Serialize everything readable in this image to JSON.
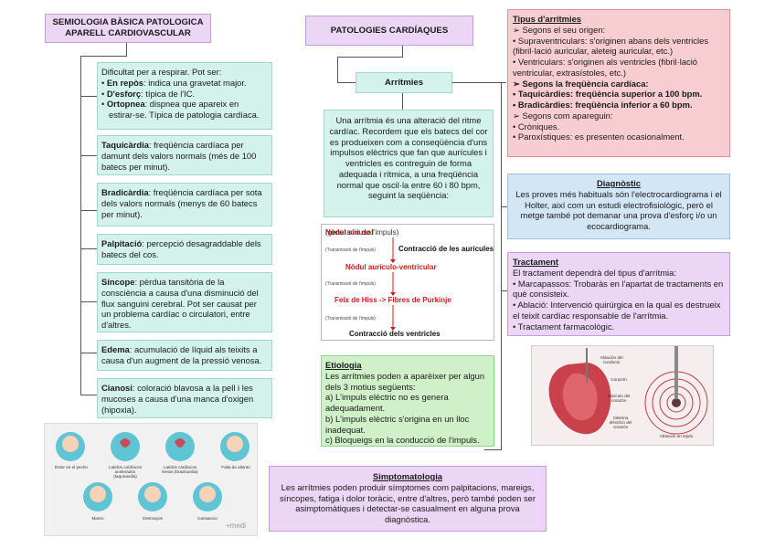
{
  "left_title": "SEMIOLOGIA BÀSICA PATOLOGICA\nAPARELL CARDIOVASCULAR",
  "main_title": "PATOLOGIES CARDÍAQUES",
  "arrhythmias_label": "Arrítmies",
  "symptoms": [
    {
      "intro": "Dificultat per a respirar. Pot ser:",
      "items": [
        {
          "term": "En repòs",
          "desc": ": indica una gravetat major."
        },
        {
          "term": "D'esforç",
          "desc": ": típica de l'IC."
        },
        {
          "term": "Ortopnea",
          "desc": ": dispnea que apareix en estirar-se. Típica de patologia cardíaca."
        }
      ]
    },
    {
      "term": "Taquicàrdia",
      "desc": ": freqüència cardíaca per damunt dels valors normals (més de 100 batecs per minut)."
    },
    {
      "term": "Bradicàrdia",
      "desc": ": freqüència cardíaca per sota dels valors normals (menys de 60 batecs per minut)."
    },
    {
      "term": "Palpitació",
      "desc": ": percepció desagraddable dels batecs del cos."
    },
    {
      "term": "Síncope",
      "desc": ": pèrdua tansitòria de la consciència a causa d'una disminució del flux sanguini cerebral. Pot ser causat per un problema cardíac o circulatori, entre d'altres."
    },
    {
      "term": "Edema",
      "desc": ": acumulació de líquid als teixits a causa d'un augment de la pressió venosa."
    },
    {
      "term": "Cianosi",
      "desc": ": coloració blavosa a la pell i les mucoses a causa d'una manca d'oxigen (hipoxia)."
    }
  ],
  "definition": "Una arrítmia és una alteració del ritme cardíac. Recordem que els batecs del cor es produeixen com a conseqüència d'uns impulsos elèctrics que fan que aurícules i ventricles es contreguin de forma adequada i rítmica, a una freqüència normal que oscil·la entre 60 i 80 bpm, seguint la seqüència:",
  "sequence": {
    "sinus": "Nòdul sinusal",
    "sinus_note": "(generació de l'impuls)",
    "transmission": "(Transmissió de l'impuls)",
    "atria": "Contracció de les aurícules",
    "av_node": "Nòdul aurículo-ventricular",
    "his": "Feix de Hiss -> Fibres de Purkinje",
    "ventricles": "Contracció dels ventricles"
  },
  "etiology": {
    "title": "Etiologia",
    "text": "Les arrítmies poden a aparèixer per algun dels 3 motius següents:",
    "items": [
      "a) L'impuls elèctric no es genera adequadament.",
      "b) L'impuls elèctric s'origina en un lloc inadequat.",
      "c) Bloqueigs en la conducció de l'impuls."
    ]
  },
  "symptomatology": {
    "title": "Simptomatologia",
    "text": "Les arrítmies poden produir símptomes com palpitacions, mareigs, síncopes, fatiga i dolor toràcic, entre d'altres, però també poden ser asimptomàtiques i detectar-se casualment en alguna prova diagnòstica."
  },
  "types": {
    "title": "Tipus d'arrítmies",
    "origin_head": "Segons el seu origen:",
    "supra": "Supraventriculars: s'originen abans dels ventricles (fibril·lació auricular, aleteig auricular, etc.)",
    "vent": "Ventriculars: s'originen als ventricles (fibril·lació ventricular, extrasístoles, etc.)",
    "freq_head": "Segons la freqüència cardíaca:",
    "tachy": "Taquicàrdies: freqüència superior a 100 bpm.",
    "brady": "Bradicàrdies: freqüència inferior a 60 bpm.",
    "appear_head": "Segons com apareguin:",
    "chronic": "Cròniques.",
    "parox": "Paroxístiques: es presenten ocasionalment."
  },
  "diagnosis": {
    "title": "Diagnòstic",
    "text": "Les proves més habituals són l'electrocardiograma i el Holter, així com un estudi electrofisiològic, però el metge també pot demanar una prova d'esforç i/o un ecocardiograma."
  },
  "treatment": {
    "title": "Tractament",
    "intro": "El tractament dependrà del tipus d'arrítmia:",
    "items": [
      "Marcapassos: Trobaràs en l'apartat de tractaments en què consisteix.",
      "Ablació: Intervenció quirúrgica en la qual es destrueix el teixit cardíac responsable de l'arrítmia.",
      "Tractament farmacològic."
    ]
  },
  "illustration": {
    "labels": [
      "Dolor en el pecho",
      "Latidos cardíacos acelerados (taquicardia)",
      "Latidos cardíacos lentos (bradicardia)",
      "Falta de aliento",
      "Mareo",
      "Desmayos",
      "Cansancio"
    ],
    "brand": "medi"
  },
  "heart_labels": [
    "Ablación del conducto",
    "Corazón",
    "Músculo del corazón",
    "Sistema eléctrico del corazón",
    "Ablación en tejido"
  ],
  "colors": {
    "purple": "#ecd6f5",
    "teal": "#d3f2ec",
    "pink": "#f8cdd1",
    "blue": "#d2e6f6",
    "green": "#cff0c9",
    "red": "#d11a1a"
  }
}
